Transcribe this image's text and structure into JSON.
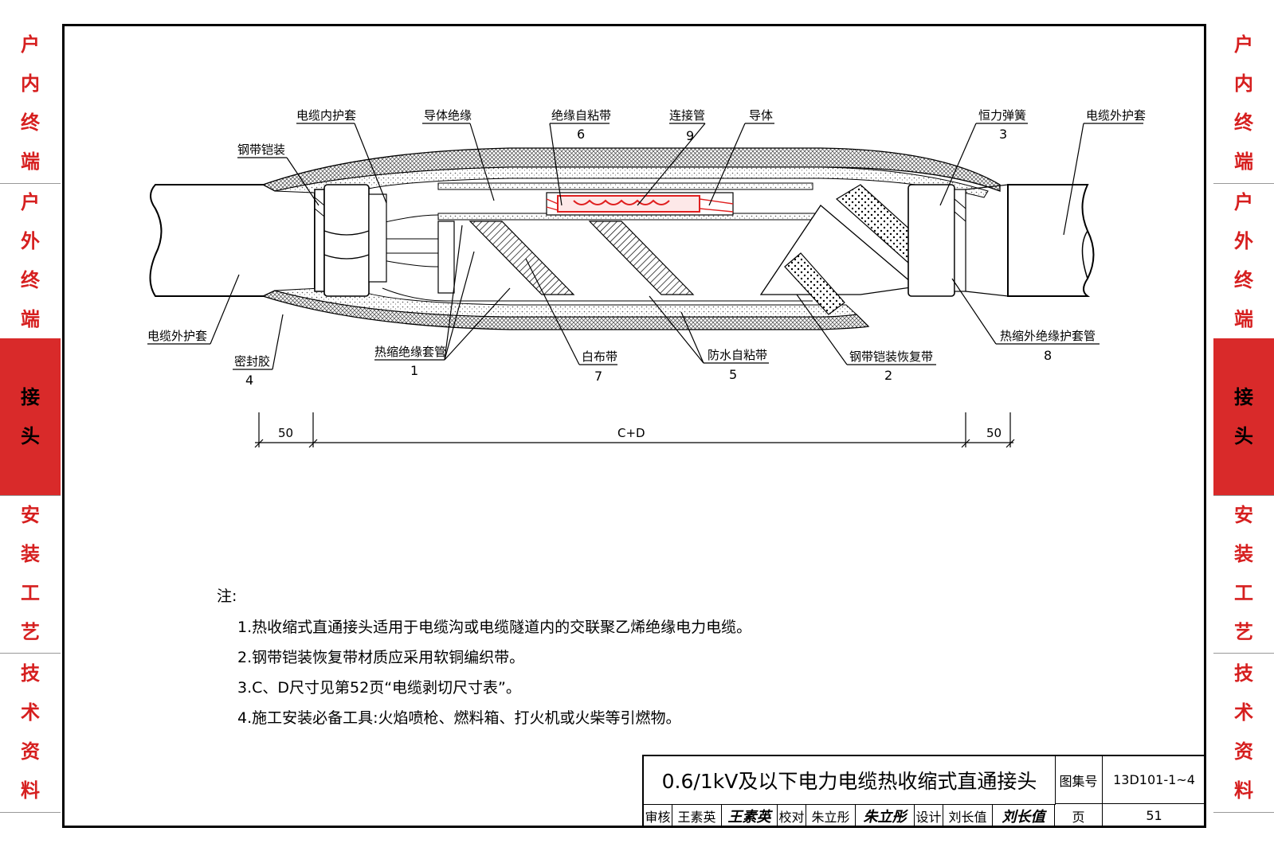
{
  "left_tabs": [
    {
      "label": "户内终端",
      "active": false
    },
    {
      "label": "户外终端",
      "active": false
    },
    {
      "label": "接头",
      "active": true
    },
    {
      "label": "安装工艺",
      "active": false
    },
    {
      "label": "技术资料",
      "active": false
    }
  ],
  "right_tabs": [
    {
      "label": "户内终端",
      "active": false
    },
    {
      "label": "户外终端",
      "active": false
    },
    {
      "label": "接头",
      "active": true
    },
    {
      "label": "安装工艺",
      "active": false
    },
    {
      "label": "技术资料",
      "active": false
    }
  ],
  "colors": {
    "accent": "#d92a2a",
    "accent_text": "#d61f1f"
  },
  "diagram": {
    "labels": {
      "cable_inner_sheath": "电缆内护套",
      "steel_armor": "钢带铠装",
      "conductor_insulation": "导体绝缘",
      "insulation_tape": "绝缘自粘带",
      "insulation_tape_num": "6",
      "connector": "连接管",
      "connector_num": "9",
      "conductor": "导体",
      "spring": "恒力弹簧",
      "spring_num": "3",
      "cable_outer_sheath_right": "电缆外护套",
      "cable_outer_sheath_left": "电缆外护套",
      "sealant": "密封胶",
      "sealant_num": "4",
      "heat_shrink_tube": "热缩绝缘套管",
      "heat_shrink_tube_num": "1",
      "cloth_tape": "白布带",
      "cloth_tape_num": "7",
      "waterproof_tape": "防水自粘带",
      "waterproof_tape_num": "5",
      "armor_restore_tape": "钢带铠装恢复带",
      "armor_restore_tape_num": "2",
      "outer_heat_shrink": "热缩外绝缘护套管",
      "outer_heat_shrink_num": "8"
    },
    "dimensions": {
      "left": "50",
      "middle": "C+D",
      "right": "50"
    }
  },
  "notes": {
    "title": "注:",
    "items": [
      "1.热收缩式直通接头适用于电缆沟或电缆隧道内的交联聚乙烯绝缘电力电缆。",
      "2.钢带铠装恢复带材质应采用软铜编织带。",
      "3.C、D尺寸见第52页“电缆剥切尺寸表”。",
      "4.施工安装必备工具:火焰喷枪、燃料箱、打火机或火柴等引燃物。"
    ]
  },
  "title_block": {
    "title": "0.6/1kV及以下电力电缆热收缩式直通接头",
    "atlas_label": "图集号",
    "atlas_no": "13D101-1~4",
    "review_label": "审核",
    "review_name": "王素英",
    "review_sig": "王素英",
    "check_label": "校对",
    "check_name": "朱立彤",
    "check_sig": "朱立彤",
    "design_label": "设计",
    "design_name": "刘长值",
    "design_sig": "刘长值",
    "page_label": "页",
    "page_no": "51"
  }
}
